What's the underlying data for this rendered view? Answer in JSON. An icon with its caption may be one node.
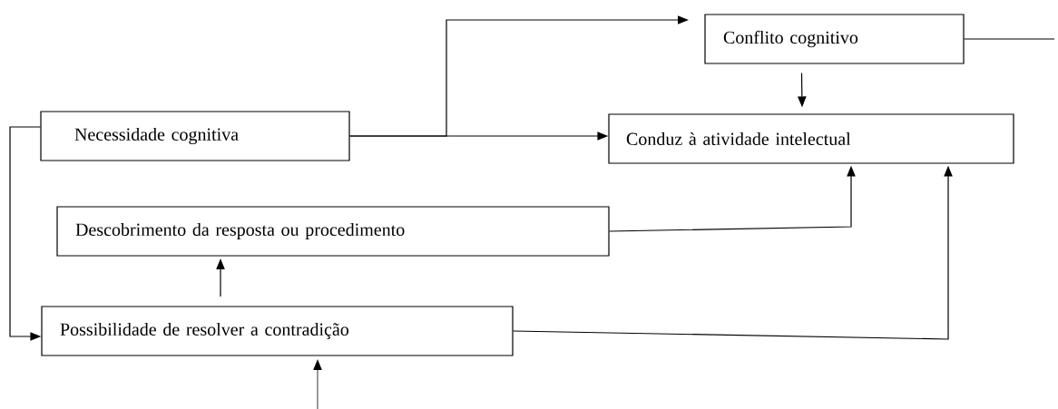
{
  "diagram": {
    "nodes": [
      {
        "text": [
          "Conflito cognitivo"
        ]
      },
      {
        "text": [
          "Necessidade cognitiva"
        ]
      },
      {
        "text": [
          "Conduz à atividade intelectual"
        ]
      },
      {
        "text": [
          "Descobrimento da resposta ou procedimento"
        ]
      },
      {
        "text": [
          "Possibilidade de resolver a contradição"
        ]
      }
    ],
    "edges": [
      {
        "from": 1,
        "to": 2,
        "arrow": "to"
      },
      {
        "from": 1,
        "to": 0,
        "arrow": "to"
      },
      {
        "from": 0,
        "to": null,
        "arrow": "none"
      },
      {
        "from": 0,
        "to": 2,
        "arrow": "to"
      },
      {
        "from": 3,
        "to": 2,
        "arrow": "to"
      },
      {
        "from": 4,
        "to": 2,
        "arrow": "to"
      },
      {
        "from": 4,
        "to": 3,
        "arrow": "to"
      },
      {
        "from": 1,
        "to": 4,
        "arrow": "to"
      },
      {
        "from": null,
        "to": 4,
        "arrow": "to"
      }
    ]
  }
}
